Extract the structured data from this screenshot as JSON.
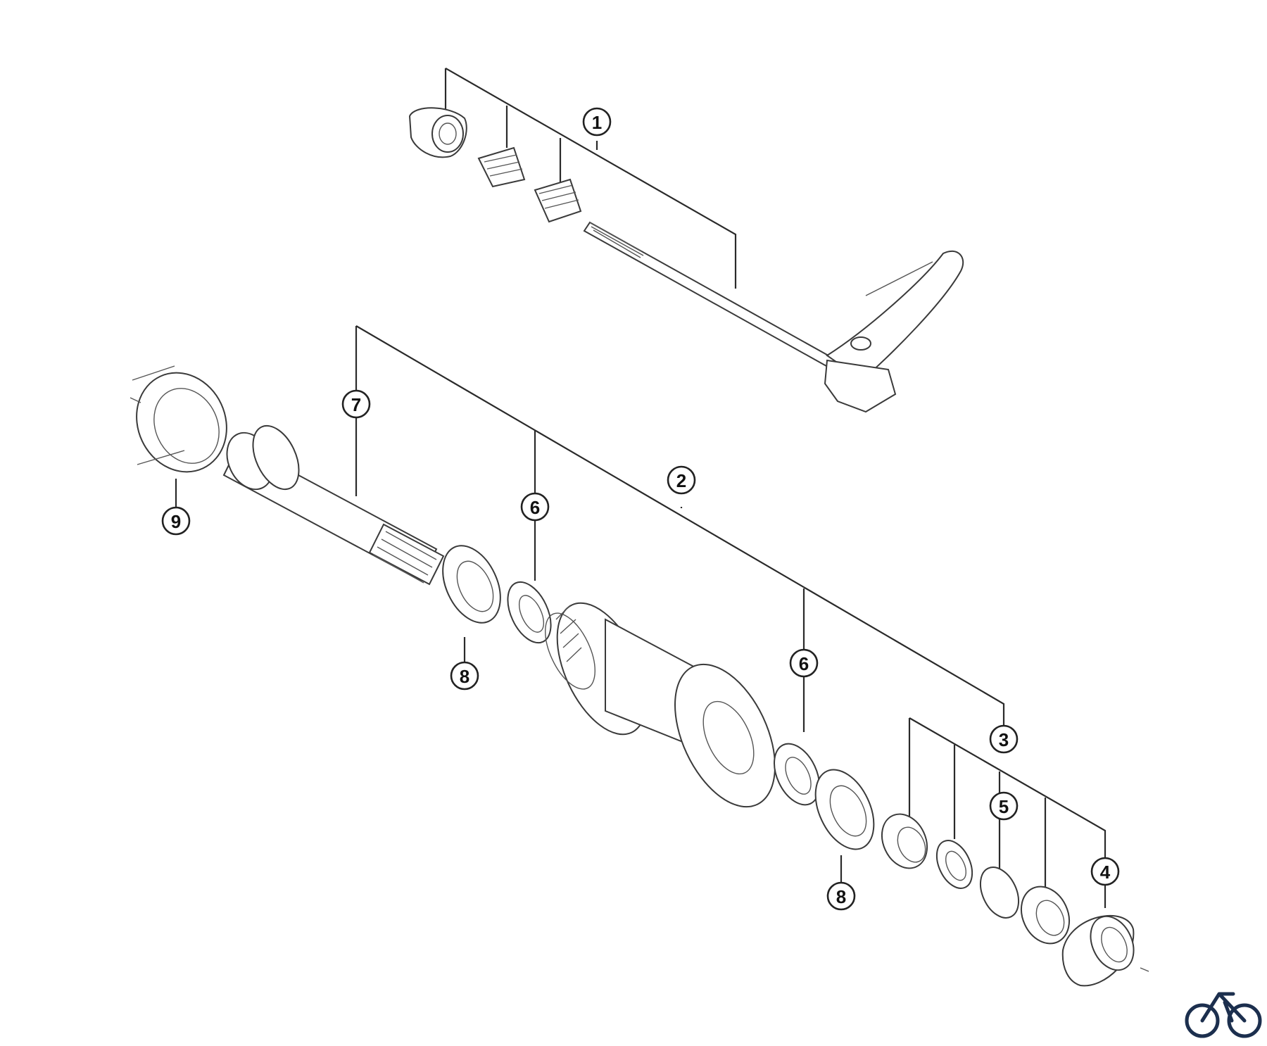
{
  "callouts": [
    {
      "label": "1"
    },
    {
      "label": "2"
    },
    {
      "label": "3"
    },
    {
      "label": "4"
    },
    {
      "label": "5"
    },
    {
      "label": "6"
    },
    {
      "label": "6"
    },
    {
      "label": "7"
    },
    {
      "label": "8"
    },
    {
      "label": "8"
    },
    {
      "label": "9"
    }
  ],
  "colors": {
    "lines": "#2a2a2a",
    "logo": "#1c2f4e"
  },
  "logo_icon": "bicycle-icon"
}
